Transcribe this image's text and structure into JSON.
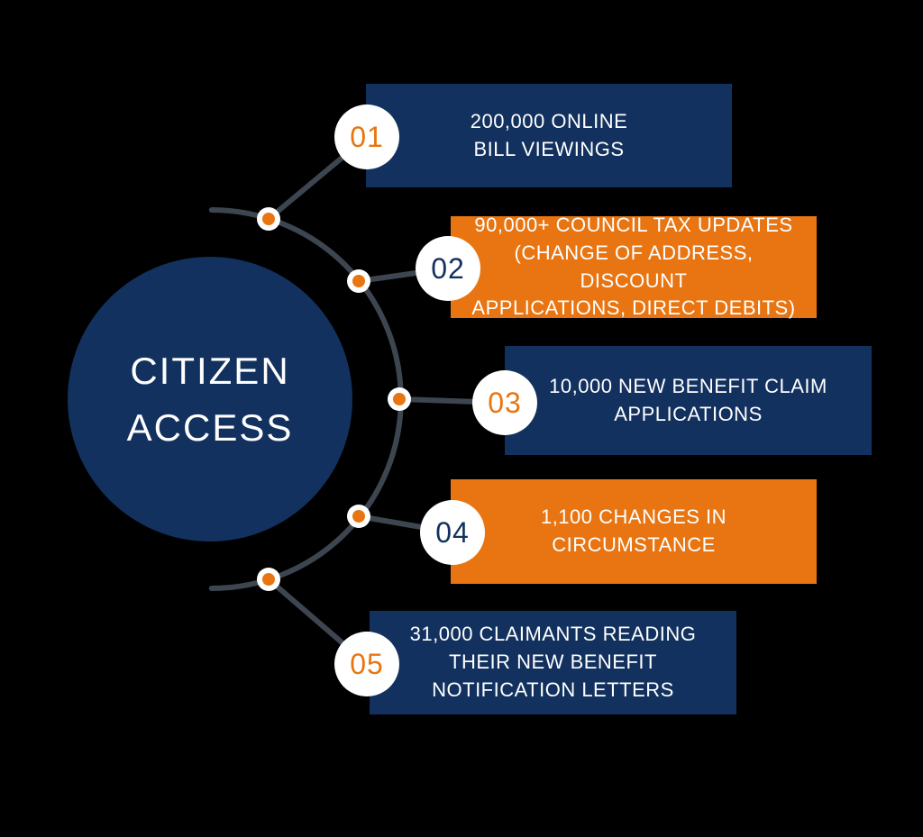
{
  "hub": {
    "title": "CITIZEN\nACCESS"
  },
  "items": [
    {
      "number": "01",
      "label": "200,000 ONLINE\nBILL VIEWINGS",
      "box_color": "#12315E",
      "number_color": "#E87511"
    },
    {
      "number": "02",
      "label": "90,000+ COUNCIL TAX UPDATES\n(CHANGE OF ADDRESS, DISCOUNT\nAPPLICATIONS, DIRECT DEBITS)",
      "box_color": "#E87511",
      "number_color": "#12315E"
    },
    {
      "number": "03",
      "label": "10,000 NEW BENEFIT CLAIM\nAPPLICATIONS",
      "box_color": "#12315E",
      "number_color": "#E87511"
    },
    {
      "number": "04",
      "label": "1,100 CHANGES IN\nCIRCUMSTANCE",
      "box_color": "#E87511",
      "number_color": "#12315E"
    },
    {
      "number": "05",
      "label": "31,000 CLAIMANTS READING\nTHEIR NEW BENEFIT\nNOTIFICATION LETTERS",
      "box_color": "#12315E",
      "number_color": "#E87511"
    }
  ],
  "colors": {
    "navy": "#12315E",
    "orange": "#E87511",
    "connector": "#3D4650",
    "badge_background": "#FFFFFF",
    "text": "#FFFFFF",
    "background": "#000000"
  }
}
